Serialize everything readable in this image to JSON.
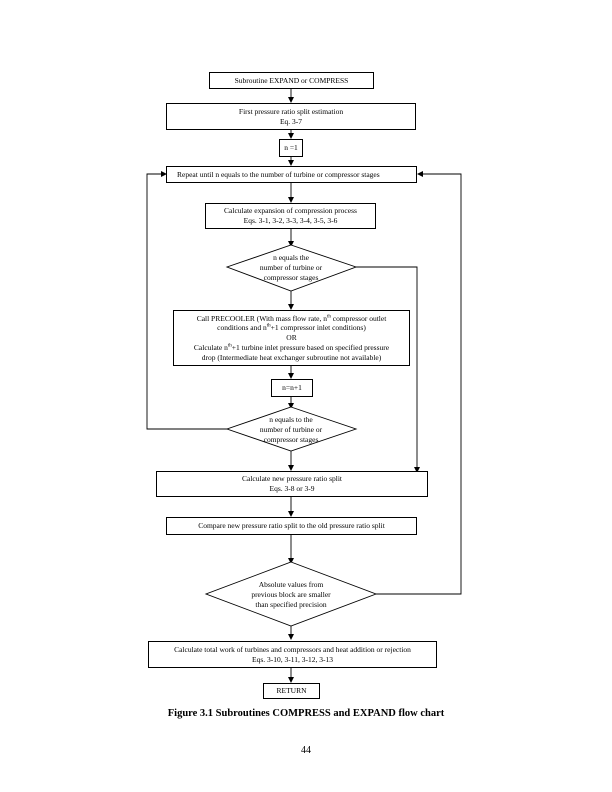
{
  "flowchart": {
    "start": "Subroutine EXPAND or COMPRESS",
    "estimate_line1": "First pressure ratio split estimation",
    "estimate_line2": "Eq. 3-7",
    "init_n": "n =1",
    "repeat": "Repeat until n equals to the number of turbine or compressor stages",
    "calc_line1": "Calculate expansion of compression process",
    "calc_line2": "Eqs. 3-1, 3-2, 3-3, 3-4, 3-5, 3-6",
    "decision1": [
      "n equals the",
      "number of turbine or",
      "compressor stages"
    ],
    "precooler": {
      "l1a": "Call PRECOOLER (With mass flow rate, n",
      "l1sup": "th",
      "l1b": " compressor outlet",
      "l2a": "conditions and n",
      "l2sup": "th",
      "l2b": "+1 compressor inlet conditions)",
      "or": "OR",
      "l3a": "Calculate n",
      "l3sup": "th",
      "l3b": "+1 turbine inlet pressure based on specified pressure",
      "l4": "drop (Intermediate heat exchanger subroutine not available)"
    },
    "increment": "n=n+1",
    "decision2": [
      "n equals to the",
      "number of turbine or",
      "compressor stages"
    ],
    "new_split_line1": "Calculate new pressure ratio split",
    "new_split_line2": "Eqs. 3-8 or 3-9",
    "compare": "Compare new pressure ratio split to the old pressure ratio split",
    "decision3": [
      "Absolute values from",
      "previous block are smaller",
      "than specified precision"
    ],
    "total_line1": "Calculate total work of turbines and compressors and heat addition or rejection",
    "total_line2": "Eqs. 3-10, 3-11, 3-12, 3-13",
    "return": "RETURN"
  },
  "caption": "Figure 3.1 Subroutines COMPRESS and EXPAND flow chart",
  "page_number": "44"
}
